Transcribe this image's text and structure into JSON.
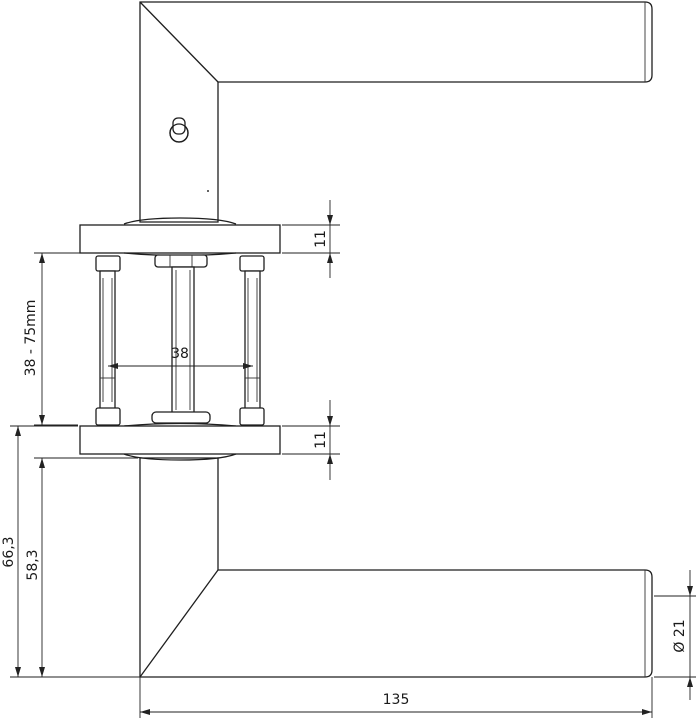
{
  "drawing": {
    "dimensions": {
      "rose_top_thickness": "11",
      "rose_bottom_thickness": "11",
      "door_thickness_range": "38 - 75mm",
      "bolt_spacing": "38",
      "rose_center_height": "66,3",
      "lever_height": "58,3",
      "lever_length": "135",
      "lever_diameter": "Ø 21"
    }
  }
}
